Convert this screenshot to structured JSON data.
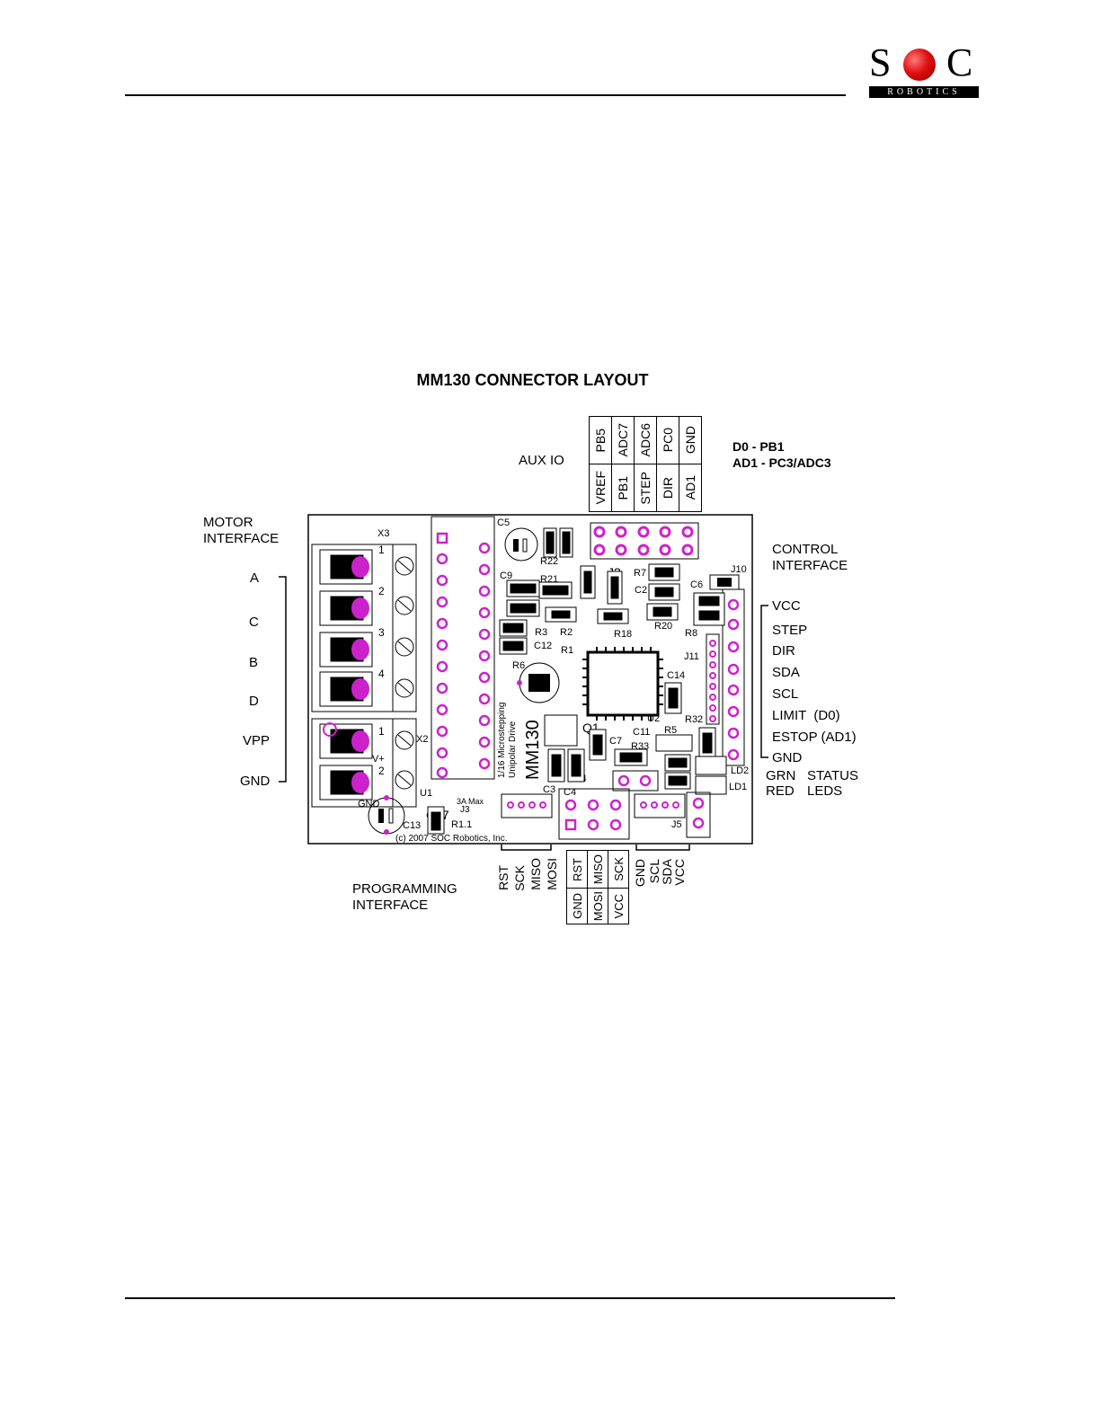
{
  "logo": {
    "letter_left": "S",
    "letter_right": "C",
    "subtitle": "ROBOTICS"
  },
  "title": "MM130 CONNECTOR LAYOUT",
  "aux_io": {
    "label": "AUX IO",
    "top_row": [
      "PB5",
      "ADC7",
      "ADC6",
      "PC0",
      "GND"
    ],
    "bottom_row": [
      "VREF",
      "PB1",
      "STEP",
      "DIR",
      "AD1"
    ],
    "note_line1": "D0 - PB1",
    "note_line2": "AD1 - PC3/ADC3"
  },
  "motor": {
    "label_line1": "MOTOR",
    "label_line2": "INTERFACE",
    "pins": [
      "A",
      "C",
      "B",
      "D",
      "VPP",
      "GND"
    ]
  },
  "control": {
    "label_line1": "CONTROL",
    "label_line2": "INTERFACE",
    "pins": [
      "VCC",
      "STEP",
      "DIR",
      "SDA",
      "SCL",
      "LIMIT  (D0)",
      "ESTOP (AD1)",
      "GND"
    ]
  },
  "status_leds": {
    "grn": "GRN",
    "red": "RED",
    "label_line1": "STATUS",
    "label_line2": "LEDS"
  },
  "programming": {
    "label_line1": "PROGRAMMING",
    "label_line2": "INTERFACE",
    "j3_pins": [
      "RST",
      "SCK",
      "MISO",
      "MOSI"
    ],
    "isp_top": [
      "RST",
      "MISO",
      "SCK"
    ],
    "isp_bottom": [
      "GND",
      "MOSI",
      "VCC"
    ],
    "j5_pins": [
      "GND",
      "SCL",
      "SDA",
      "VCC"
    ]
  },
  "board": {
    "x3": "X3",
    "x2": "X2",
    "j10": "J10",
    "j11": "J11",
    "j2": "J2",
    "j3": "J3",
    "j4": "J4",
    "j5": "J5",
    "u1": "U1",
    "u2": "U2",
    "q1": "Q1",
    "c17": "C17",
    "r22": "R22",
    "r21": "R21",
    "r18": "R18",
    "r20": "R20",
    "r8": "R8",
    "r7": "R7",
    "r5": "R5",
    "r3": "R3",
    "r2": "R2",
    "r1": "R1",
    "r6": "R6",
    "r32": "R32",
    "r33": "R33",
    "c5": "C5",
    "c9": "C9",
    "c12": "C12",
    "c14": "C14",
    "c11": "C11",
    "c7": "C7",
    "c6": "C6",
    "c2": "C2",
    "c3": "C3",
    "c4": "C4",
    "c13": "C13",
    "ld1": "LD1",
    "ld2": "LD2",
    "silk_drive_1": "1/16 Microstepping",
    "silk_drive_2": "Unipolar Drive",
    "model": "MM130",
    "max": "3A Max",
    "rev": "R1.1",
    "copyright": "(c) 2007  SOC Robotics, Inc.",
    "gnd": "GND",
    "vplus": "V+"
  },
  "colors": {
    "accent": "#cc22cc",
    "logo_red": "#e01010"
  }
}
